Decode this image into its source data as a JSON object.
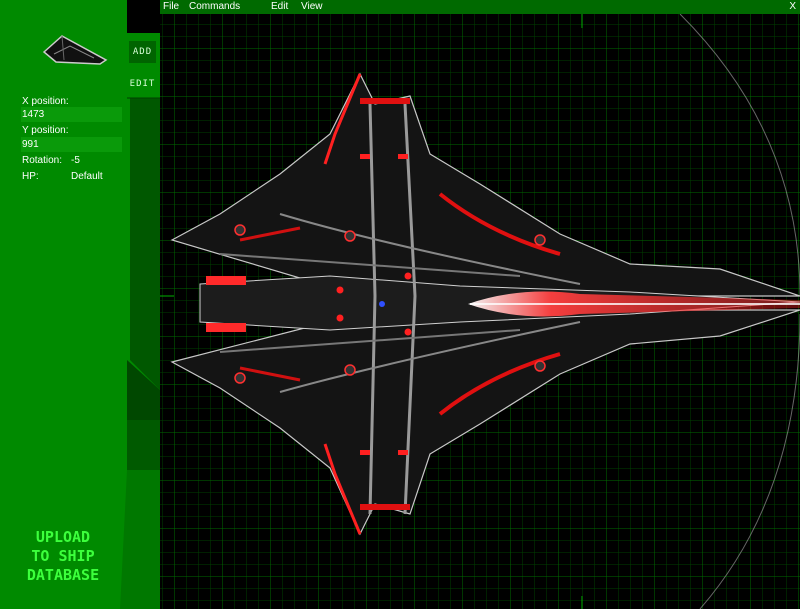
{
  "tabs": {
    "add": "ADD",
    "edit": "EDIT"
  },
  "properties": {
    "x_label": "X position:",
    "x_value": "1473",
    "y_label": "Y position:",
    "y_value": "991",
    "rotation_label": "Rotation:",
    "rotation_value": "-5",
    "hp_label": "HP:",
    "hp_value": "Default"
  },
  "upload": {
    "line1": "UPLOAD",
    "line2": "TO SHIP",
    "line3": "DATABASE"
  },
  "menu": {
    "file": "File",
    "commands": "Commands",
    "edit": "Edit",
    "view": "View",
    "close": "X"
  },
  "colors": {
    "panel": "#008a00",
    "panel_dark": "#004800",
    "grid": "#006400",
    "accent": "#ff2020",
    "upload_text": "#3cff3c"
  },
  "icons": {
    "ship_thumbnail": "ship-icon",
    "close": "close-icon"
  }
}
